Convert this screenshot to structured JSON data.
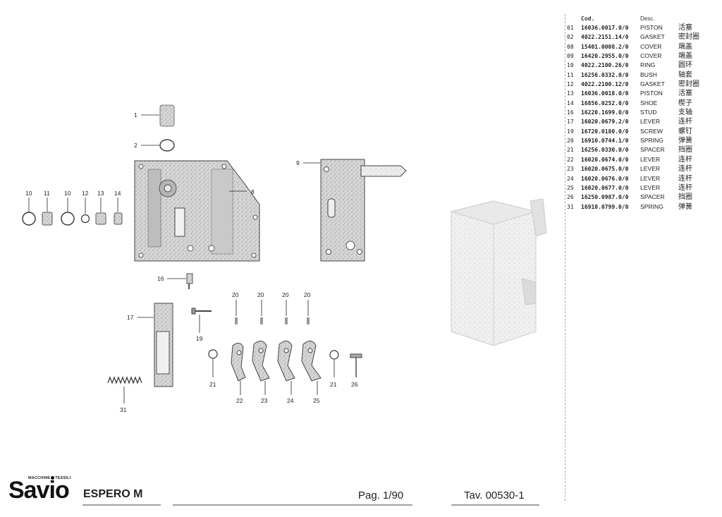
{
  "parts_table": {
    "col_code": "Cod.",
    "col_desc": "Desc.",
    "rows": [
      {
        "no": "01",
        "code": "16036.0017.0/0",
        "desc": "PISTON",
        "cn": "活塞"
      },
      {
        "no": "02",
        "code": "4022.2151.14/0",
        "desc": "GASKET",
        "cn": "密封圈"
      },
      {
        "no": "08",
        "code": "15401.0008.2/0",
        "desc": "COVER",
        "cn": "端盖"
      },
      {
        "no": "09",
        "code": "16420.2955.0/0",
        "desc": "COVER",
        "cn": "端盖"
      },
      {
        "no": "10",
        "code": "4022.2100.26/0",
        "desc": "RING",
        "cn": "圆环"
      },
      {
        "no": "11",
        "code": "16256.0332.0/0",
        "desc": "BUSH",
        "cn": "轴套"
      },
      {
        "no": "12",
        "code": "4022.2100.12/0",
        "desc": "GASKET",
        "cn": "密封圈"
      },
      {
        "no": "13",
        "code": "16036.0018.0/0",
        "desc": "PISTON",
        "cn": "活塞"
      },
      {
        "no": "14",
        "code": "16856.0252.0/0",
        "desc": "SHOE",
        "cn": "楔子"
      },
      {
        "no": "16",
        "code": "16220.1699.0/0",
        "desc": "STUD",
        "cn": "支轴"
      },
      {
        "no": "17",
        "code": "16020.0679.2/0",
        "desc": "LEVER",
        "cn": "连杆"
      },
      {
        "no": "19",
        "code": "16720.0180.0/0",
        "desc": "SCREW",
        "cn": "螺钉"
      },
      {
        "no": "20",
        "code": "16910.0744.1/0",
        "desc": "SPRING",
        "cn": "弹簧"
      },
      {
        "no": "21",
        "code": "16256.0330.0/0",
        "desc": "SPACER",
        "cn": "挡圈"
      },
      {
        "no": "22",
        "code": "16020.0674.0/0",
        "desc": "LEVER",
        "cn": "连杆"
      },
      {
        "no": "23",
        "code": "16020.0675.0/0",
        "desc": "LEVER",
        "cn": "连杆"
      },
      {
        "no": "24",
        "code": "16020.0676.0/0",
        "desc": "LEVER",
        "cn": "连杆"
      },
      {
        "no": "25",
        "code": "16020.0677.0/0",
        "desc": "LEVER",
        "cn": "连杆"
      },
      {
        "no": "26",
        "code": "16250.0987.0/0",
        "desc": "SPACER",
        "cn": "挡圈"
      },
      {
        "no": "31",
        "code": "16910.0799.0/0",
        "desc": "SPRING",
        "cn": "弹簧"
      }
    ]
  },
  "callouts": {
    "c1": "1",
    "c2": "2",
    "c8": "8",
    "c9": "9",
    "c10a": "10",
    "c11": "11",
    "c10b": "10",
    "c12": "12",
    "c13": "13",
    "c14": "14",
    "c16": "16",
    "c17": "17",
    "c19": "19",
    "c20a": "20",
    "c20b": "20",
    "c20c": "20",
    "c20d": "20",
    "c21a": "21",
    "c22": "22",
    "c23": "23",
    "c24": "24",
    "c25": "25",
    "c21b": "21",
    "c26": "26",
    "c31": "31"
  },
  "footer": {
    "brand_small_left": "MACCHINE",
    "brand_small_right": "TESSILI",
    "brand": "Savio",
    "model": "ESPERO M",
    "page": "Pag. 1/90",
    "table": "Tav. 00530-1"
  },
  "colors": {
    "ink": "#222222",
    "part_fill": "#cfcfcf",
    "part_dark": "#8a8a8a"
  }
}
